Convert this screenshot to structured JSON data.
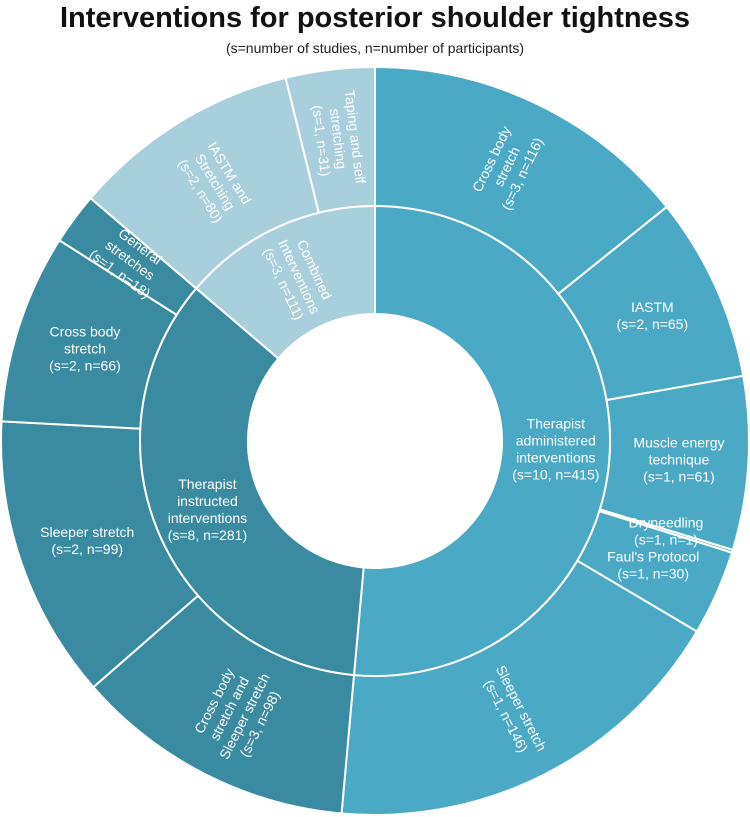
{
  "chart_data": {
    "type": "sunburst",
    "title": "Interventions for posterior shoulder tightness",
    "subtitle": "(s=number of studies, n=number of participants)",
    "colors": {
      "Therapist administered interventions": "#4aaac6",
      "Therapist instructed interventions": "#3a8aa1",
      "Combined Interventions": "#a7cfdc",
      "background": "#ffffff",
      "separator": "#ffffff"
    },
    "groups": [
      {
        "name": "Therapist administered interventions",
        "label": [
          "Therapist",
          "administered",
          "interventions",
          "(s=10, n=415)"
        ],
        "s": 10,
        "n": 415,
        "children": [
          {
            "name": "Cross body stretch",
            "label": [
              "Cross body",
              "stretch",
              "(s=3, n=116)"
            ],
            "s": 3,
            "n": 116
          },
          {
            "name": "IASTM",
            "label": [
              "IASTM",
              "(s=2, n=65)"
            ],
            "s": 2,
            "n": 65
          },
          {
            "name": "Muscle energy technique",
            "label": [
              "Muscle energy",
              "technique",
              "(s=1, n=61)"
            ],
            "s": 1,
            "n": 61
          },
          {
            "name": "Dryneedling",
            "label": [
              "Dryneedling",
              "(s=1, n=1)"
            ],
            "s": 1,
            "n": 1
          },
          {
            "name": "Faul's Protocol",
            "label": [
              "Faul's Protocol",
              "(s=1, n=30)"
            ],
            "s": 1,
            "n": 30
          },
          {
            "name": "Sleeper stretch",
            "label": [
              "Sleeper stretch",
              "(s=1, n=146)"
            ],
            "s": 1,
            "n": 146
          }
        ]
      },
      {
        "name": "Therapist instructed interventions",
        "label": [
          "Therapist",
          "instructed",
          "interventions",
          "(s=8, n=281)"
        ],
        "s": 8,
        "n": 281,
        "children": [
          {
            "name": "Cross body stretch and Sleeper stretch",
            "label": [
              "Cross body",
              "stretch and",
              "Sleeper stretch",
              "(s=3, n=98)"
            ],
            "s": 3,
            "n": 98
          },
          {
            "name": "Sleeper stretch",
            "label": [
              "Sleeper stretch",
              "(s=2, n=99)"
            ],
            "s": 2,
            "n": 99
          },
          {
            "name": "Cross body stretch",
            "label": [
              "Cross body",
              "stretch",
              "(s=2, n=66)"
            ],
            "s": 2,
            "n": 66
          },
          {
            "name": "General stretches",
            "label": [
              "General",
              "stretches",
              "(s=1, n=18)"
            ],
            "s": 1,
            "n": 18
          }
        ]
      },
      {
        "name": "Combined Interventions",
        "label": [
          "Combined",
          "Interventions",
          "(s=3, n=111)"
        ],
        "s": 3,
        "n": 111,
        "children": [
          {
            "name": "IASTM and Stretching",
            "label": [
              "IASTM and",
              "Stretching",
              "(s=2, n=80)"
            ],
            "s": 2,
            "n": 80
          },
          {
            "name": "Taping and self stretching",
            "label": [
              "Taping and self",
              "stretching",
              "(s=1, n=31)"
            ],
            "s": 1,
            "n": 31
          }
        ]
      }
    ]
  }
}
